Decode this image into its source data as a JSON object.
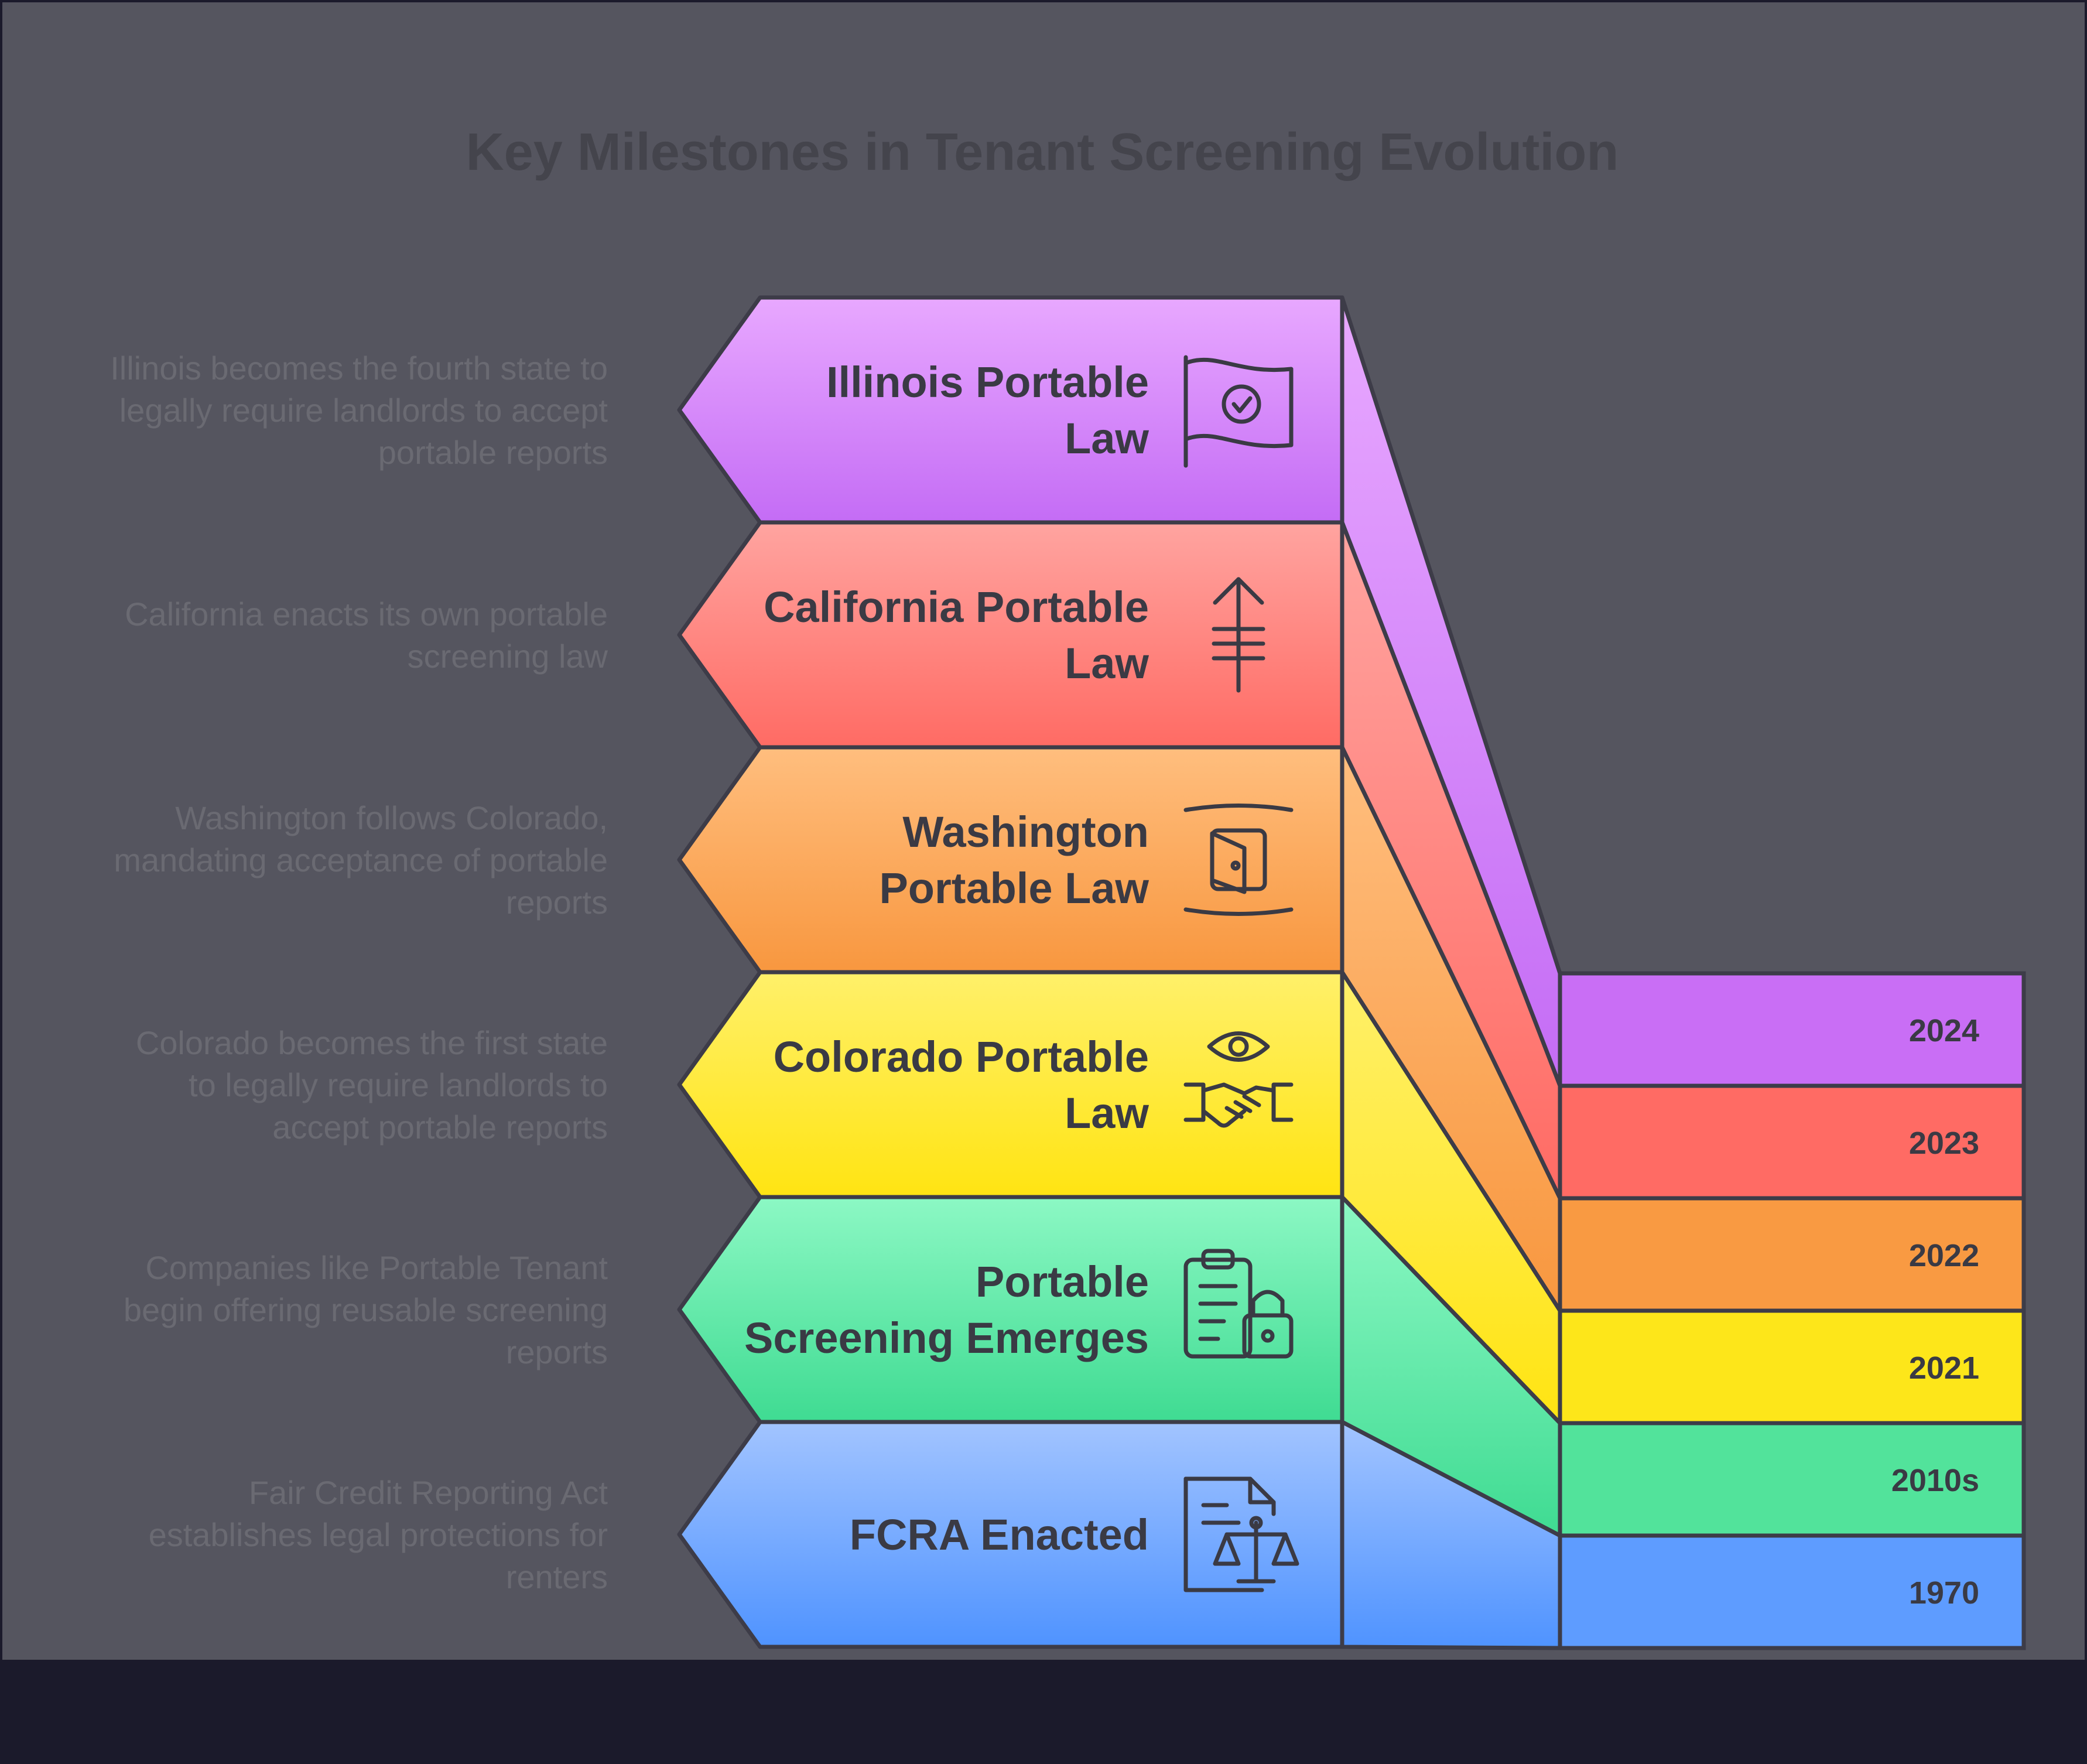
{
  "title": "Key Milestones in Tenant Screening Evolution",
  "milestones": [
    {
      "label_lines": [
        "Illinois Portable",
        "Law"
      ],
      "description_lines": [
        "Illinois becomes the fourth state to",
        "legally require landlords to accept",
        "portable reports"
      ],
      "year": "2024",
      "icon": "flag-check-icon",
      "color_top": "#e8a8ff",
      "color_bottom": "#c46cf5",
      "year_color": "#c96ef5"
    },
    {
      "label_lines": [
        "California Portable",
        "Law"
      ],
      "description_lines": [
        "California enacts its own portable",
        "screening law"
      ],
      "year": "2023",
      "icon": "arrow-up-crossbars-icon",
      "color_top": "#ffa4a0",
      "color_bottom": "#ff6b64",
      "year_color": "#ff6b64"
    },
    {
      "label_lines": [
        "Washington",
        "Portable Law"
      ],
      "description_lines": [
        "Washington follows Colorado,",
        "mandating acceptance of portable",
        "reports"
      ],
      "year": "2022",
      "icon": "door-scan-icon",
      "color_top": "#ffbe7e",
      "color_bottom": "#f8973f",
      "year_color": "#f99a42"
    },
    {
      "label_lines": [
        "Colorado Portable",
        "Law"
      ],
      "description_lines": [
        "Colorado becomes the first state",
        "to legally require landlords to",
        "accept portable reports"
      ],
      "year": "2021",
      "icon": "eye-handshake-icon",
      "color_top": "#fff06a",
      "color_bottom": "#ffe412",
      "year_color": "#fde61a"
    },
    {
      "label_lines": [
        "Portable",
        "Screening Emerges"
      ],
      "description_lines": [
        "Companies like Portable Tenant",
        "begin offering reusable screening",
        "reports"
      ],
      "year": "2010s",
      "icon": "clipboard-lock-icon",
      "color_top": "#8cf8c4",
      "color_bottom": "#3fdb92",
      "year_color": "#52e39b"
    },
    {
      "label_lines": [
        "FCRA Enacted"
      ],
      "description_lines": [
        "Fair Credit Reporting Act",
        "establishes legal protections for",
        "renters"
      ],
      "year": "1970",
      "icon": "document-scales-icon",
      "color_top": "#a2c4ff",
      "color_bottom": "#4f93ff",
      "year_color": "#5e9cff"
    }
  ],
  "colors": {
    "page_background": "#1b1a2b",
    "panel_background": "#55555f",
    "outline": "#3d3c48",
    "title_text": "#44444c",
    "description_text": "#6a6a72",
    "label_text": "#3a3a44"
  }
}
